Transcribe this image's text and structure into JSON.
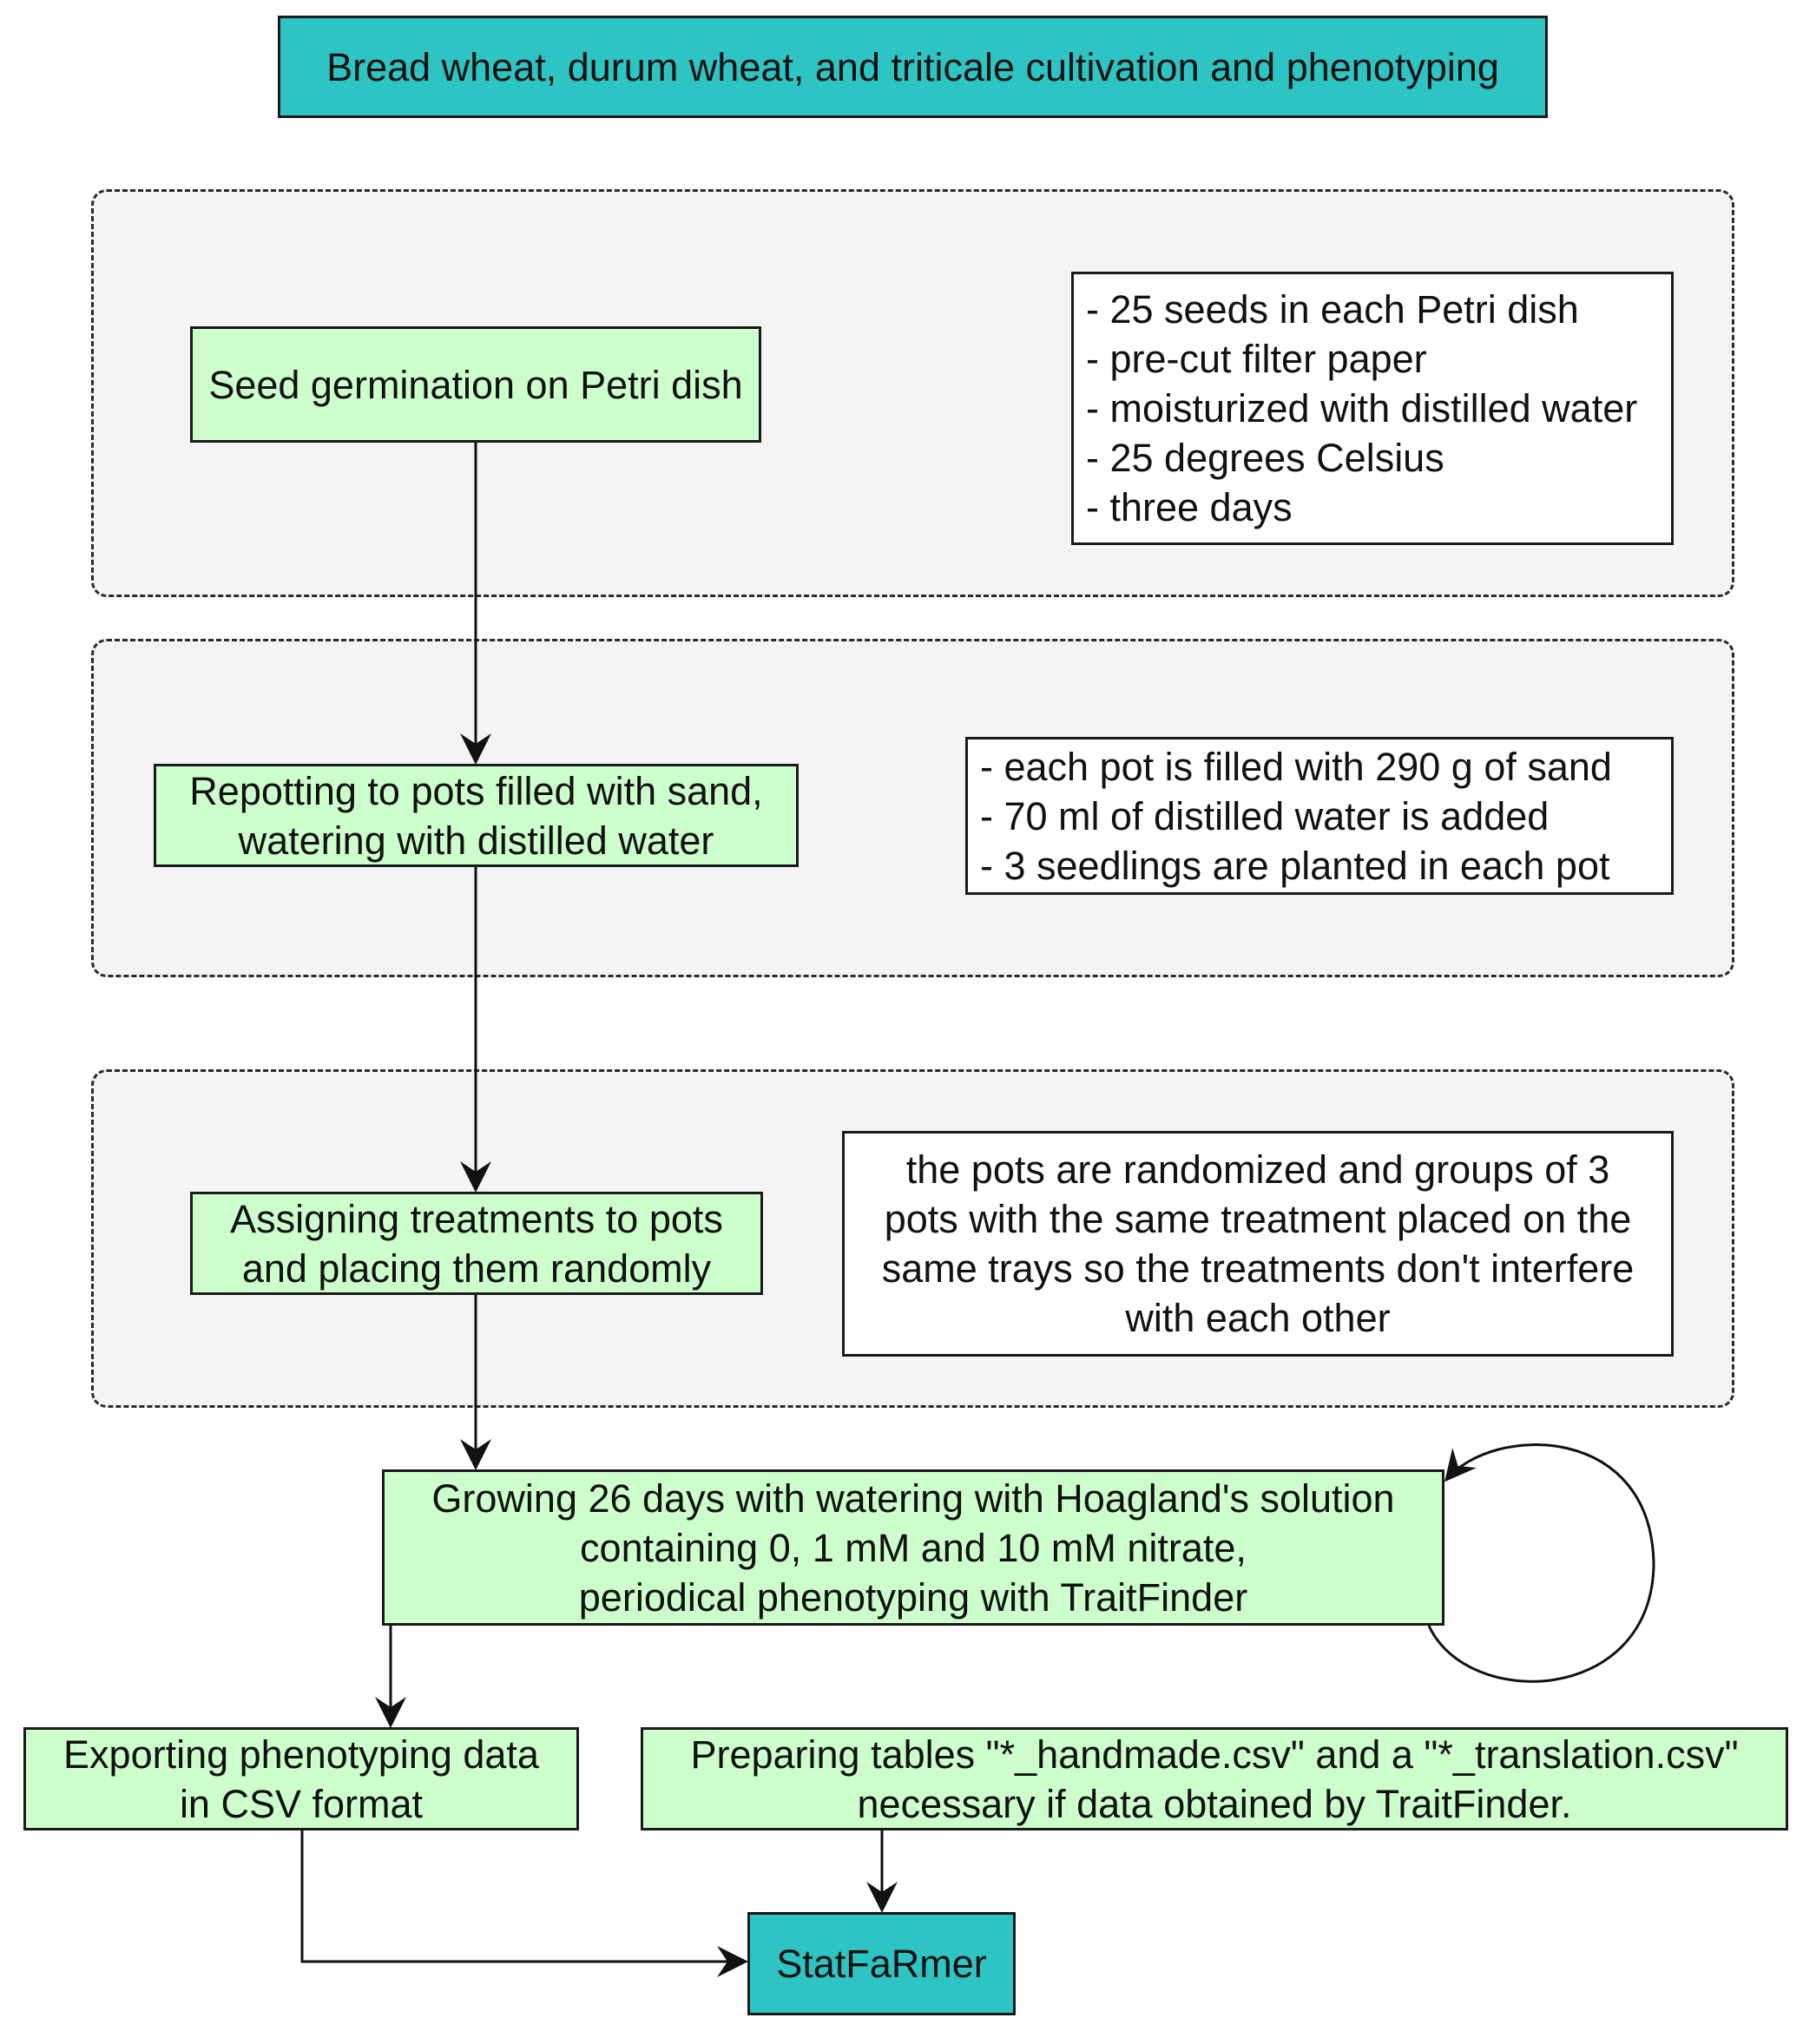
{
  "title": "Bread wheat, durum wheat, and triticale cultivation and phenotyping",
  "steps": {
    "germination": "Seed germination on Petri dish",
    "repotting": [
      "Repotting to pots filled with sand,",
      "watering with distilled water"
    ],
    "assigning": [
      "Assigning treatments to pots",
      "and placing them randomly"
    ],
    "growing": [
      "Growing 26 days with watering with Hoagland's solution",
      "containing 0, 1 mM and 10 mM nitrate,",
      "periodical phenotyping with TraitFinder"
    ],
    "exporting": [
      "Exporting phenotyping data",
      "in CSV format"
    ],
    "preparing": [
      "Preparing tables \"*_handmade.csv\" and a \"*_translation.csv\"",
      "necessary if data obtained by TraitFinder."
    ],
    "statfarmer": "StatFaRmer"
  },
  "notes": {
    "germination": [
      "- 25 seeds in each Petri dish",
      "- pre-cut filter paper",
      "- moisturized with distilled water",
      "- 25 degrees Celsius",
      "- three days"
    ],
    "repotting": [
      "- each pot is filled with 290 g of sand",
      "- 70 ml of distilled water is added",
      "- 3 seedlings are planted in each pot"
    ],
    "assigning": [
      "the pots are randomized and groups of 3",
      "pots with the same treatment placed on the",
      "same trays so the treatments don't interfere",
      "with each other"
    ]
  }
}
